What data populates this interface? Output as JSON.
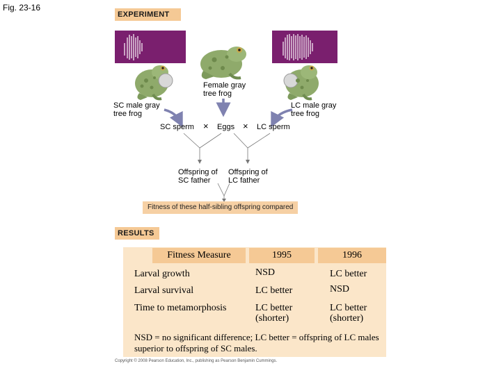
{
  "figure_label": "Fig. 23-16",
  "experiment": {
    "tab": "EXPERIMENT",
    "female_label": "Female gray tree frog",
    "sc_male_label": "SC male gray tree frog",
    "lc_male_label": "LC male gray tree frog",
    "sc_sperm": "SC sperm",
    "eggs": "Eggs",
    "lc_sperm": "LC sperm",
    "cross_symbol": "×",
    "offspring_sc": "Offspring of SC father",
    "offspring_lc": "Offspring of LC father",
    "summary": "Fitness of these half-sibling offspring compared"
  },
  "results": {
    "tab": "RESULTS",
    "headers": [
      "Fitness Measure",
      "1995",
      "1996"
    ],
    "rows": [
      {
        "measure": "Larval growth",
        "y1995": "NSD",
        "y1996": "LC better"
      },
      {
        "measure": "Larval survival",
        "y1995": "LC better",
        "y1996": "NSD"
      },
      {
        "measure": "Time to metamorphosis",
        "y1995": "LC better (shorter)",
        "y1996": "LC better (shorter)"
      }
    ],
    "footnote": "NSD = no significant difference; LC better = offspring of LC males superior to offspring of SC males."
  },
  "copyright": "Copyright © 2008 Pearson Education, Inc., publishing as Pearson Benjamin Cummings.",
  "colors": {
    "tab": "#f5c995",
    "table_bg": "#fbe6c9",
    "sonogram": "#7a1f6e",
    "arrow_purple": "#7f82b0",
    "frog_green": "#8faa6b"
  }
}
